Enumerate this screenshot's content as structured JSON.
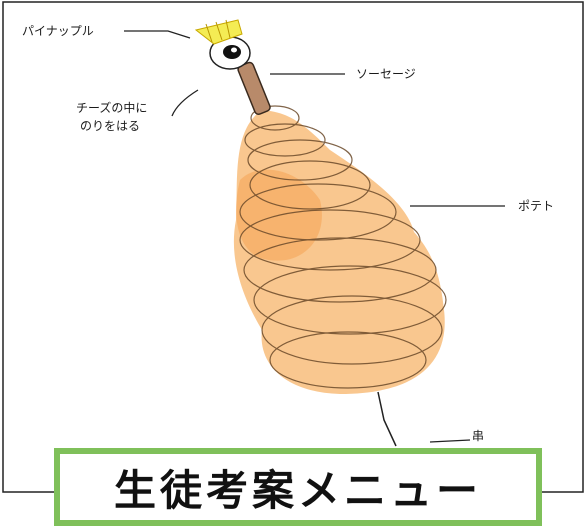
{
  "labels": {
    "pineapple": "パイナップル",
    "sausage": "ソーセージ",
    "cheese_line1": "チーズの中に",
    "cheese_line2": "のりをはる",
    "potato": "ポテト",
    "skewer": "串"
  },
  "banner": {
    "title": "生徒考案メニュー"
  },
  "colors": {
    "pineapple": "#f4ec54",
    "potato_fill": "#f7b46a",
    "banner_border": "#7fc05a"
  }
}
